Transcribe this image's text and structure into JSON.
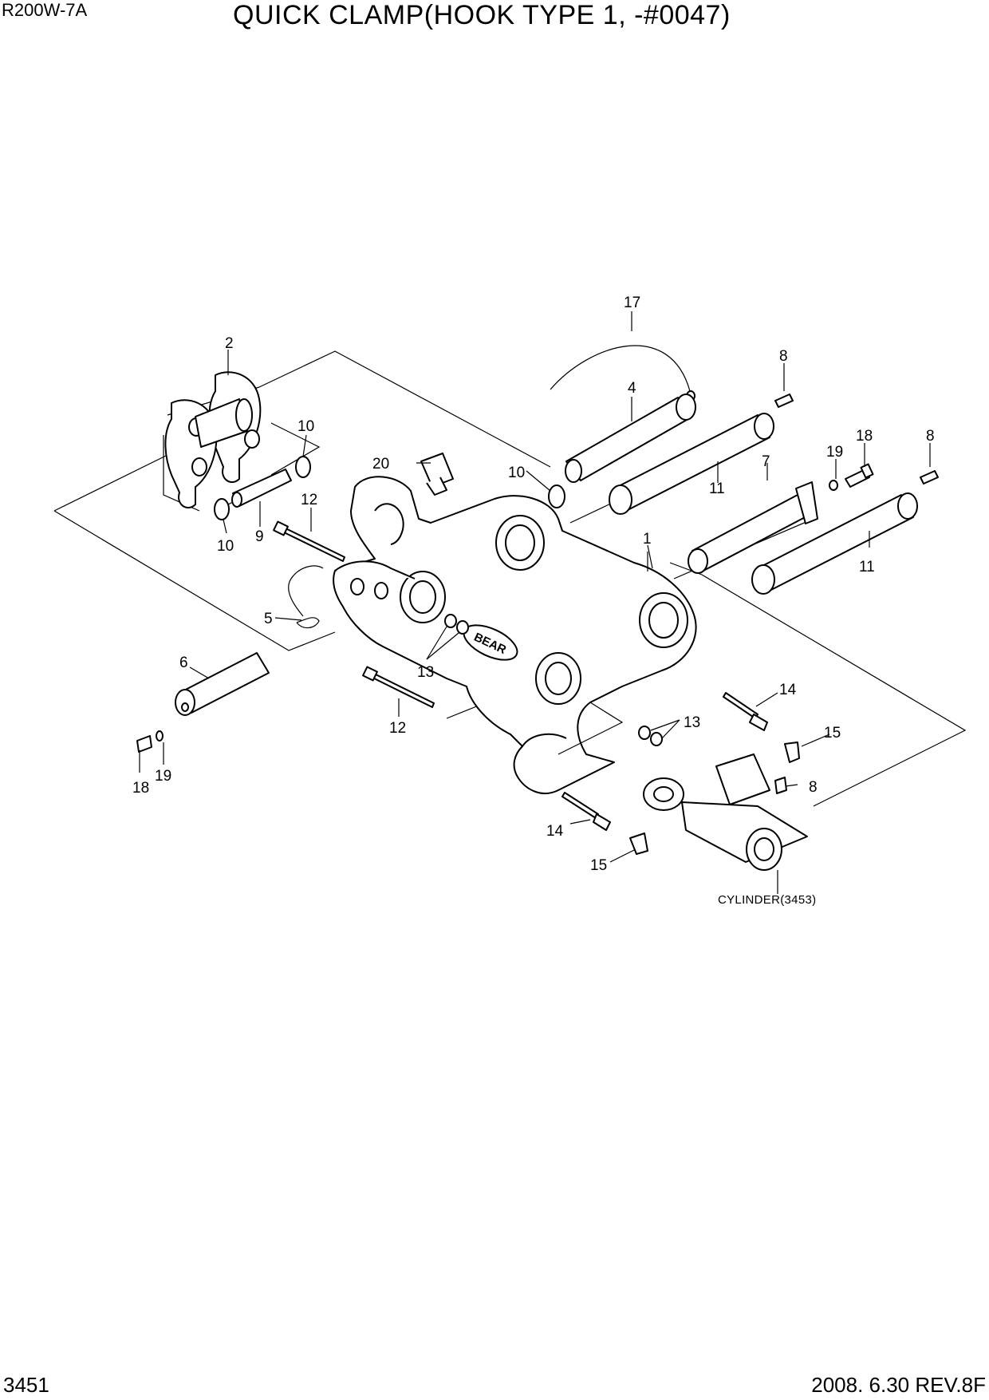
{
  "header": {
    "model": "R200W-7A",
    "title": "QUICK CLAMP(HOOK TYPE 1, -#0047)"
  },
  "footer": {
    "page_number": "3451",
    "revision": "2008. 6.30  REV.8F"
  },
  "diagram": {
    "callouts": {
      "c1": "1",
      "c2": "2",
      "c4": "4",
      "c5": "5",
      "c6": "6",
      "c7": "7",
      "c8a": "8",
      "c8b": "8",
      "c8c": "8",
      "c9": "9",
      "c10a": "10",
      "c10b": "10",
      "c10c": "10",
      "c11a": "11",
      "c11b": "11",
      "c12a": "12",
      "c12b": "12",
      "c13a": "13",
      "c13b": "13",
      "c14a": "14",
      "c14b": "14",
      "c15a": "15",
      "c15b": "15",
      "c17": "17",
      "c18a": "18",
      "c18b": "18",
      "c19a": "19",
      "c19b": "19",
      "c20": "20"
    },
    "plate_label": "BEAR",
    "cylinder_note": "CYLINDER(3453)"
  }
}
